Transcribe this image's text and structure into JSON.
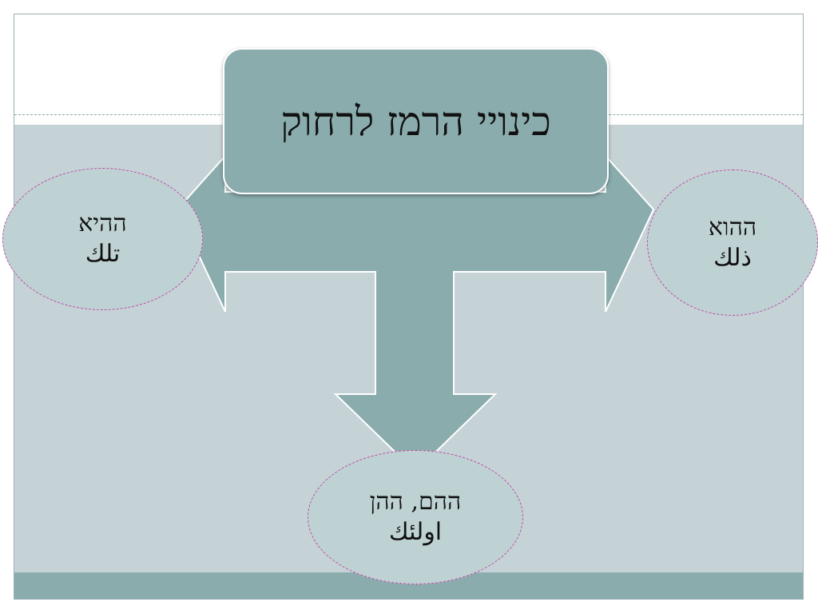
{
  "title": "כינויי הרמז לרחוק",
  "left": {
    "line1": "ההיא",
    "line2": "تلك"
  },
  "right": {
    "line1": "ההוא",
    "line2": "ذلك"
  },
  "bottom": {
    "line1": "ההם, ההן",
    "line2": "اولئك"
  },
  "colors": {
    "arrow": "#8aacad",
    "band": "#c5d2d6",
    "oval_fill": "#bfd2d3",
    "oval_border": "#c04aa8"
  }
}
